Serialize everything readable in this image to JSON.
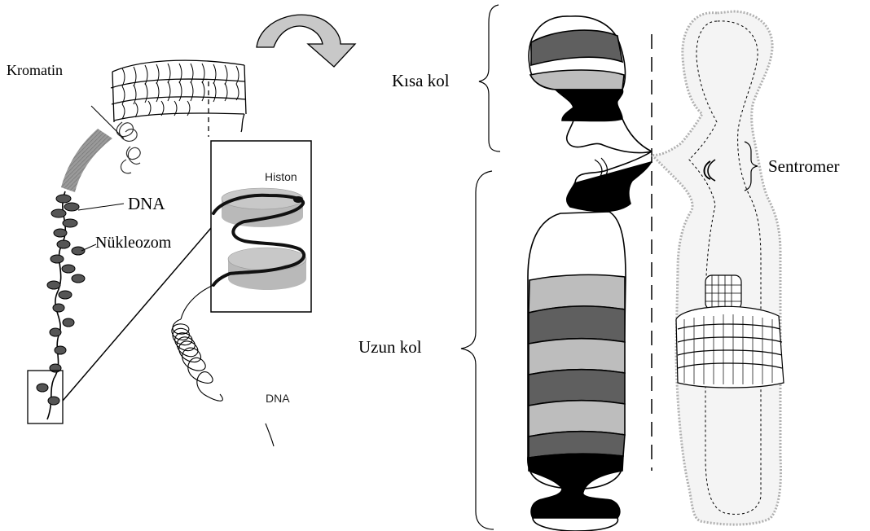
{
  "labels": {
    "kromatin": "Kromatin",
    "dna_upper": "DNA",
    "nukleozom": "Nükleozom",
    "histon": "Histon",
    "dna_lower": "DNA",
    "kisa_kol": "Kısa kol",
    "uzun_kol": "Uzun kol",
    "sentromer": "Sentromer"
  },
  "colors": {
    "band_dark": "#5f5f5f",
    "band_light": "#bdbdbd",
    "band_black": "#000000",
    "histone_disc": "#b9b9b9",
    "arrow_fill": "#c8c8c8",
    "chromatid_speckle": "#cfcfcf"
  }
}
